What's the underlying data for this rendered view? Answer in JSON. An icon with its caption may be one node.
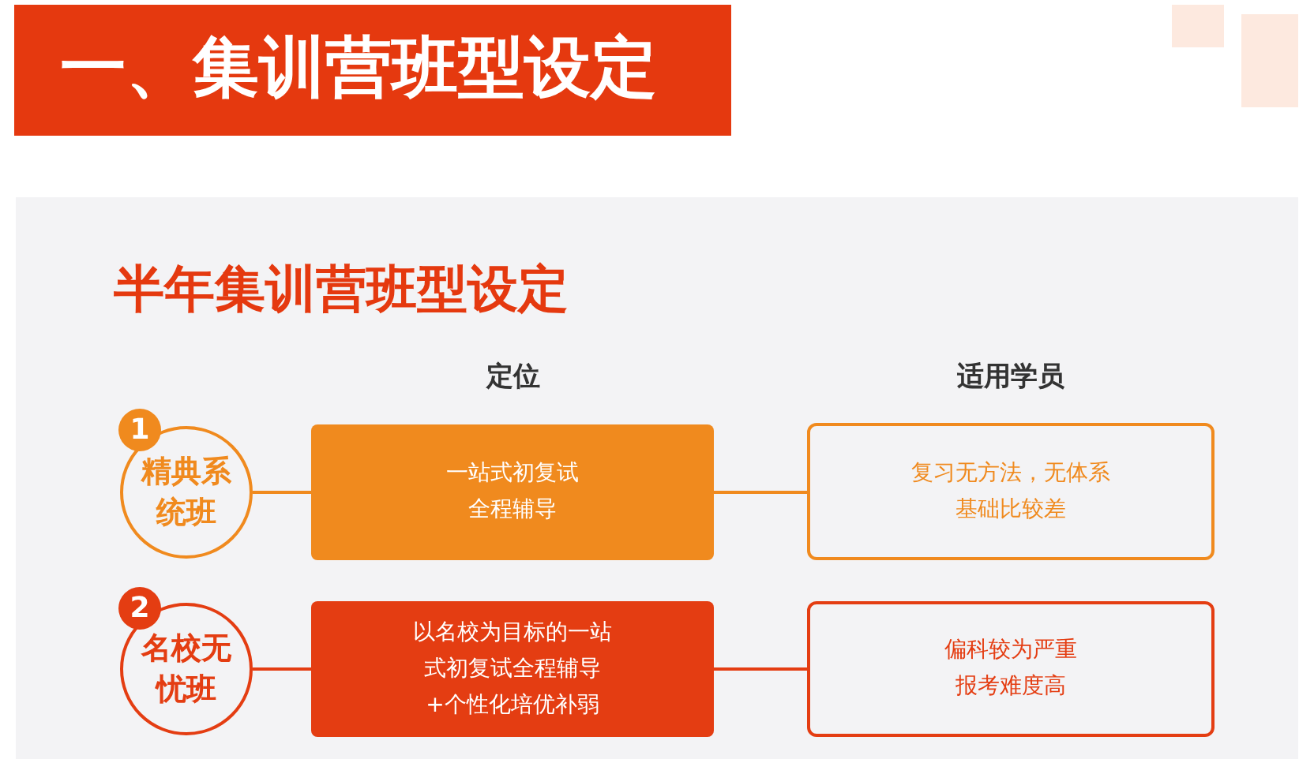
{
  "diagram": {
    "title": "一、集训营班型设定",
    "nodes": [
      {
        "text": [
          "半年集训营班型设定"
        ]
      },
      {
        "text": [
          "1"
        ],
        "in": 0
      },
      {
        "text": [
          "精典系统班"
        ],
        "in": 0
      },
      {
        "text": [
          "一站式初复试全程辅导"
        ],
        "in": 0
      },
      {
        "text": [
          "复习无方法，无体系基础比较差"
        ],
        "in": 0
      },
      {
        "text": [
          "2"
        ],
        "in": 0
      },
      {
        "text": [
          "名校无忧班"
        ],
        "in": 0
      },
      {
        "text": [
          "以名校为目标的一站式初复试全程辅导+个性化培优补弱"
        ],
        "in": 0
      },
      {
        "text": [
          "偏科较为严重报考难度高"
        ],
        "in": 0
      }
    ],
    "edges": [
      {
        "from": 2,
        "to": 3,
        "arrow": "none"
      },
      {
        "from": 3,
        "to": 4,
        "arrow": "none"
      },
      {
        "from": 6,
        "to": 7,
        "arrow": "none",
        "color": "#e43d12"
      },
      {
        "from": 7,
        "to": 8,
        "arrow": "none",
        "color": "#e43d12"
      }
    ],
    "labels": [
      "定位",
      "适用学员"
    ]
  }
}
